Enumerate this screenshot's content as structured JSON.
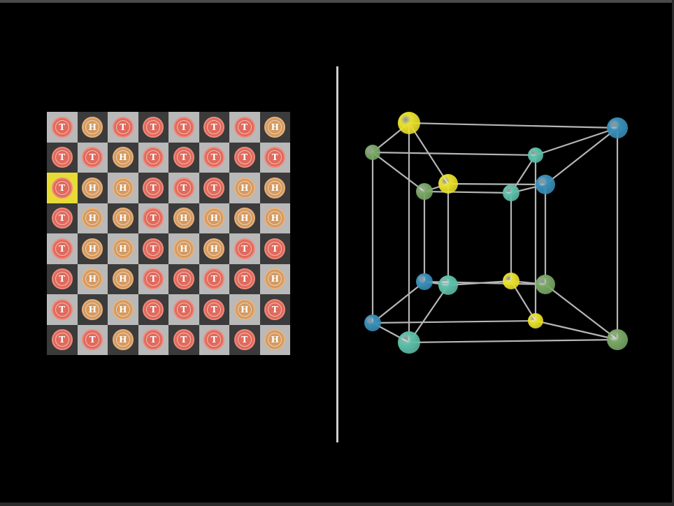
{
  "board": {
    "rows": [
      [
        "T",
        "H",
        "T",
        "T",
        "T",
        "T",
        "T",
        "H"
      ],
      [
        "T",
        "T",
        "H",
        "T",
        "T",
        "T",
        "T",
        "T"
      ],
      [
        "T",
        "H",
        "H",
        "T",
        "T",
        "T",
        "H",
        "H"
      ],
      [
        "T",
        "H",
        "H",
        "T",
        "H",
        "H",
        "H",
        "H"
      ],
      [
        "T",
        "H",
        "H",
        "T",
        "H",
        "H",
        "T",
        "T"
      ],
      [
        "T",
        "H",
        "H",
        "T",
        "T",
        "T",
        "T",
        "H"
      ],
      [
        "T",
        "H",
        "H",
        "T",
        "T",
        "T",
        "H",
        "T"
      ],
      [
        "T",
        "T",
        "H",
        "T",
        "T",
        "T",
        "T",
        "H"
      ]
    ],
    "highlighted_square": {
      "row": 2,
      "col": 0
    },
    "colors": {
      "light_square": "#b9b9b9",
      "dark_square": "#3b3b3b",
      "highlight": "#e6dc35",
      "tails_coin": "#e06a5c",
      "heads_coin": "#d59a60"
    }
  },
  "hypercube": {
    "vertex_colors": {
      "yellow": "#e8e02c",
      "blue": "#3a8fb8",
      "teal": "#5ec0aa",
      "green": "#7aa866"
    }
  }
}
